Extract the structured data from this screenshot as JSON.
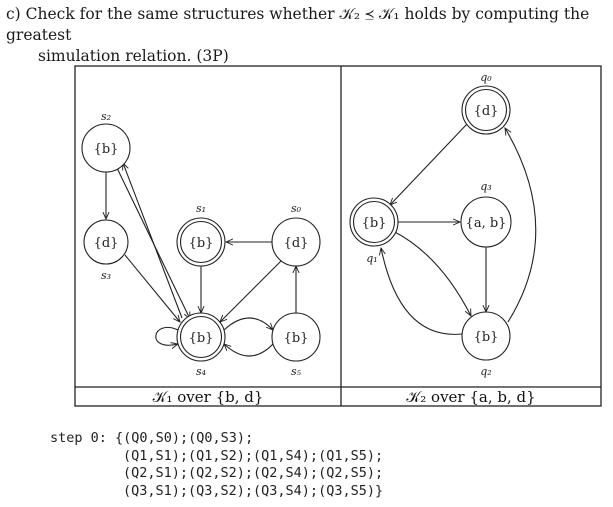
{
  "task": {
    "line1": "c) Check for the same structures whether 𝒦₂ ⪯ 𝒦₁ holds by computing the greatest",
    "line2": "simulation relation. (3P)"
  },
  "left": {
    "caption": "𝒦₁ over {b, d}",
    "states": [
      {
        "id": "s2",
        "label": "s₂",
        "prop": "{b}"
      },
      {
        "id": "s1",
        "label": "s₁",
        "prop": "{b}"
      },
      {
        "id": "s0",
        "label": "s₀",
        "prop": "{d}"
      },
      {
        "id": "s3",
        "label": "s₃",
        "prop": "{d}"
      },
      {
        "id": "s4",
        "label": "s₄",
        "prop": "{b}"
      },
      {
        "id": "s5",
        "label": "s₅",
        "prop": "{b}"
      }
    ]
  },
  "right": {
    "caption": "𝒦₂ over {a, b, d}",
    "states": [
      {
        "id": "q0",
        "label": "q₀",
        "prop": "{d}"
      },
      {
        "id": "q3",
        "label": "q₃",
        "prop": "{a, b}"
      },
      {
        "id": "q1",
        "label": "q₁",
        "prop": "{b}"
      },
      {
        "id": "q2",
        "label": "q₂",
        "prop": "{b}"
      }
    ]
  },
  "code": {
    "line1": "step 0: {(Q0,S0);(Q0,S3);",
    "line2": "(Q1,S1);(Q1,S2);(Q1,S4);(Q1,S5);",
    "line3": "(Q2,S1);(Q2,S2);(Q2,S4);(Q2,S5);",
    "line4": "(Q3,S1);(Q3,S2);(Q3,S4);(Q3,S5)}"
  }
}
